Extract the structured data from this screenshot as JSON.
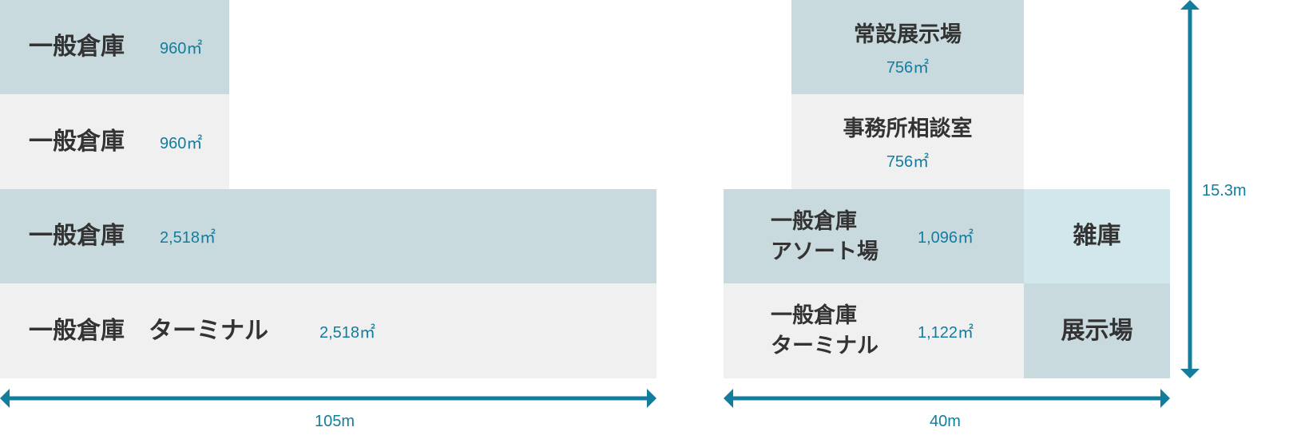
{
  "left_plan": {
    "blocks": [
      {
        "name": "一般倉庫",
        "area": "960㎡"
      },
      {
        "name": "一般倉庫",
        "area": "960㎡"
      },
      {
        "name": "一般倉庫",
        "area": "2,518㎡"
      },
      {
        "name": "一般倉庫　ターミナル",
        "area": "2,518㎡"
      }
    ],
    "width_label": "105m"
  },
  "right_plan": {
    "top_blocks": [
      {
        "name": "常設展示場",
        "area": "756㎡"
      },
      {
        "name": "事務所相談室",
        "area": "756㎡"
      }
    ],
    "lower_blocks": [
      {
        "name_line1": "一般倉庫",
        "name_line2": "アソート場",
        "area": "1,096㎡"
      },
      {
        "name_line1": "一般倉庫",
        "name_line2": "ターミナル",
        "area": "1,122㎡"
      }
    ],
    "side_blocks": [
      {
        "name": "雑庫"
      },
      {
        "name": "展示場"
      }
    ],
    "width_label": "40m",
    "height_label": "15.3m"
  },
  "colors": {
    "block_blue": "#c8dade",
    "block_gray": "#f0f0f0",
    "block_light": "#d1e7eb",
    "accent": "#137d9e",
    "text": "#333333"
  }
}
